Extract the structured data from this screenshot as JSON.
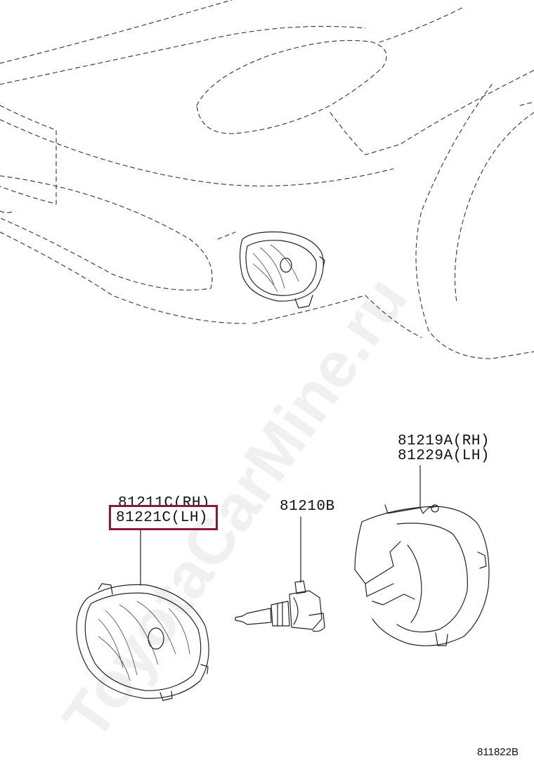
{
  "callouts": {
    "lamp_rh": "81211C(RH)",
    "lamp_lh": "81221C(LH)",
    "bulb": "81210B",
    "cover_rh": "81219A(RH)",
    "cover_lh": "81229A(LH)"
  },
  "watermark": "ToyotaCarMine.ru",
  "ref_code": "811822B",
  "highlight_color": "#8b1a3a"
}
